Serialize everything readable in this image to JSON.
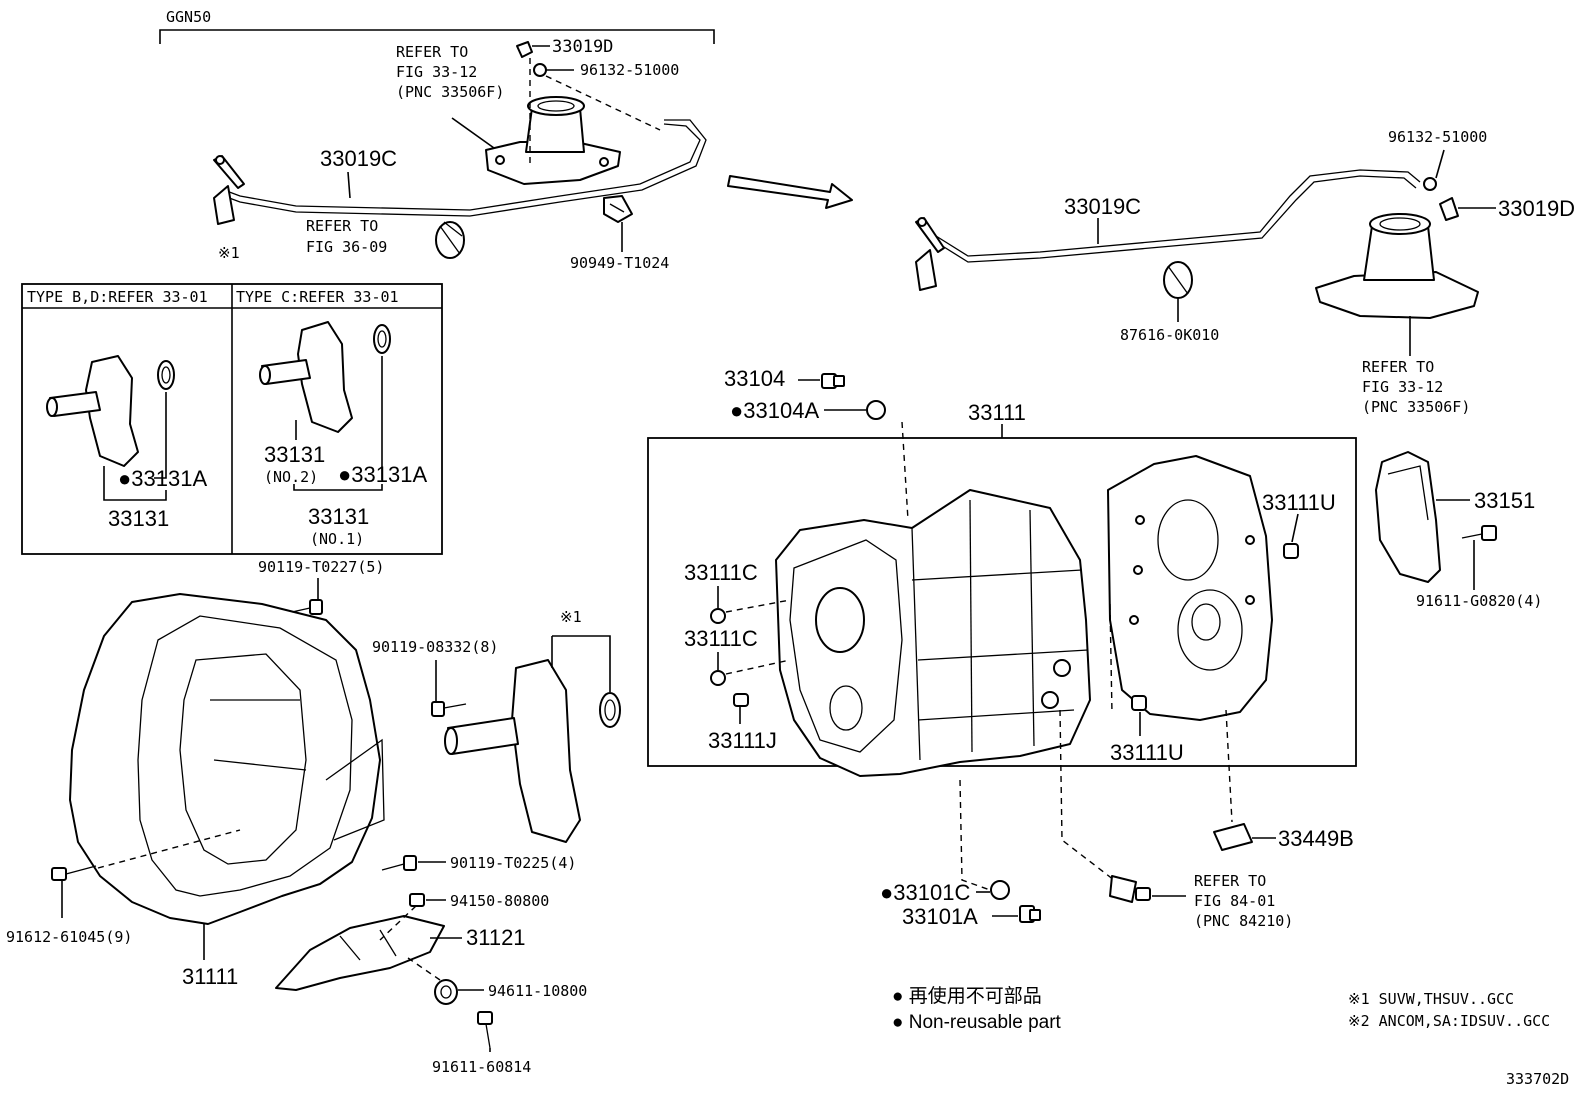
{
  "header": {
    "model": "GGN50"
  },
  "callouts": {
    "p33019d_top": "33019D",
    "p96132_top": "96132-51000",
    "refer_top": {
      "l1": "REFER TO",
      "l2": "FIG 33-12",
      "l3": "(PNC 33506F)"
    },
    "p33019c_top": "33019C",
    "refer_36": {
      "l1": "REFER TO",
      "l2": "FIG 36-09"
    },
    "p90949": "90949-T1024",
    "mark_1a": "※1",
    "p96132_right": "96132-51000",
    "p33019c_right": "33019C",
    "p33019d_right": "33019D",
    "p87616": "87616-0K010",
    "refer_right": {
      "l1": "REFER TO",
      "l2": "FIG 33-12",
      "l3": "(PNC 33506F)"
    },
    "p33104": "33104",
    "p33104a": "●33104A",
    "p33111": "33111",
    "p33111u_a": "33111U",
    "p33151": "33151",
    "p91611_g0820": "91611-G0820(4)",
    "p33111c_a": "33111C",
    "p33111c_b": "33111C",
    "p33111j": "33111J",
    "p33111u_b": "33111U",
    "p33449b": "33449B",
    "p33101c": "●33101C",
    "p33101a": "33101A",
    "refer_84": {
      "l1": "REFER TO",
      "l2": "FIG 84-01",
      "l3": "(PNC 84210)"
    },
    "p90119_t0227": "90119-T0227(5)",
    "p90119_08332": "90119-08332(8)",
    "mark_1b": "※1",
    "p90119_t0225": "90119-T0225(4)",
    "p94150": "94150-80800",
    "p31121": "31121",
    "p94611": "94611-10800",
    "p91611_60814": "91611-60814",
    "p91612": "91612-61045(9)",
    "p31111": "31111"
  },
  "type_box": {
    "left_title": "TYPE B,D:REFER 33-01",
    "right_title": "TYPE C:REFER 33-01",
    "left_p33131a": "●33131A",
    "left_p33131": "33131",
    "right_p33131": "33131",
    "right_no2": "(NO.2)",
    "right_p33131a": "●33131A",
    "right_p33131_bottom": "33131",
    "right_no1": "(NO.1)"
  },
  "legend": {
    "jp": "● 再使用不可部品",
    "en": "● Non-reusable part"
  },
  "notes": {
    "n1": "※1 SUVW,THSUV..GCC",
    "n2": "※2 ANCOM,SA:IDSUV..GCC"
  },
  "figure_id": "333702D"
}
